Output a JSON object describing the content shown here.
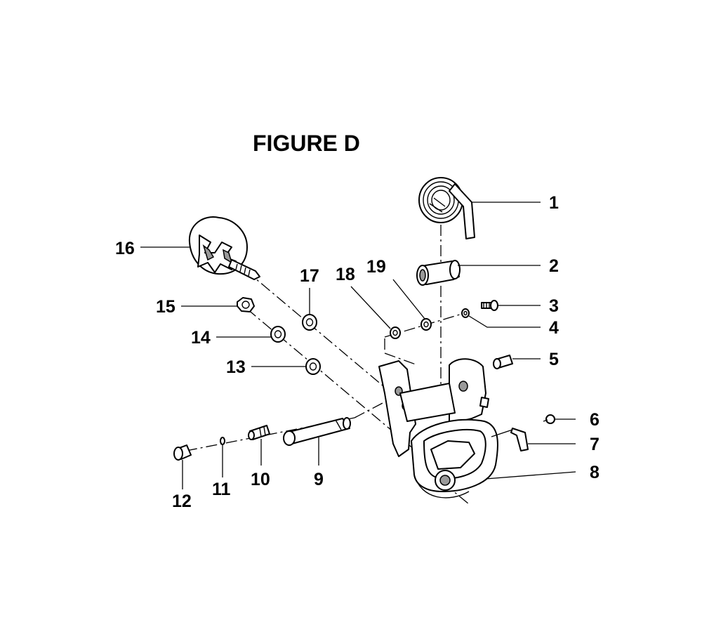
{
  "figure": {
    "title": "FIGURE D"
  },
  "parts": [
    {
      "number": "1",
      "icon": "torsion-spring-icon"
    },
    {
      "number": "2",
      "icon": "bushing-icon"
    },
    {
      "number": "3",
      "icon": "screw-icon"
    },
    {
      "number": "4",
      "icon": "washer-icon"
    },
    {
      "number": "5",
      "icon": "pin-icon"
    },
    {
      "number": "6",
      "icon": "screw-icon"
    },
    {
      "number": "7",
      "icon": "clip-icon"
    },
    {
      "number": "8",
      "icon": "bracket-icon"
    },
    {
      "number": "9",
      "icon": "shaft-icon"
    },
    {
      "number": "10",
      "icon": "stud-icon"
    },
    {
      "number": "11",
      "icon": "retaining-ring-icon"
    },
    {
      "number": "12",
      "icon": "cap-icon"
    },
    {
      "number": "13",
      "icon": "washer-icon"
    },
    {
      "number": "14",
      "icon": "washer-icon"
    },
    {
      "number": "15",
      "icon": "nut-icon"
    },
    {
      "number": "16",
      "icon": "knob-icon"
    },
    {
      "number": "17",
      "icon": "washer-icon"
    },
    {
      "number": "18",
      "icon": "washer-icon"
    },
    {
      "number": "19",
      "icon": "washer-icon"
    }
  ]
}
